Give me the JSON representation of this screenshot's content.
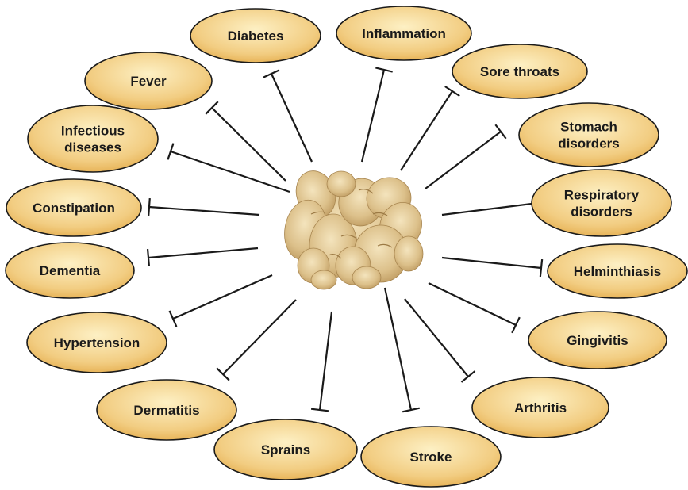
{
  "center": {
    "icon": "ginger-root-icon"
  },
  "colors": {
    "node_fill_light": "#fdf0c4",
    "node_fill_dark": "#eab85a",
    "stroke": "#1a1a1a"
  },
  "nodes": [
    {
      "id": "diabetes",
      "lines": [
        "Diabetes"
      ]
    },
    {
      "id": "inflammation",
      "lines": [
        "Inflammation"
      ]
    },
    {
      "id": "sore-throats",
      "lines": [
        "Sore throats"
      ]
    },
    {
      "id": "stomach-disorders",
      "lines": [
        "Stomach",
        "disorders"
      ]
    },
    {
      "id": "respiratory-disorders",
      "lines": [
        "Respiratory",
        "disorders"
      ]
    },
    {
      "id": "helminthiasis",
      "lines": [
        "Helminthiasis"
      ]
    },
    {
      "id": "gingivitis",
      "lines": [
        "Gingivitis"
      ]
    },
    {
      "id": "arthritis",
      "lines": [
        "Arthritis"
      ]
    },
    {
      "id": "stroke",
      "lines": [
        "Stroke"
      ]
    },
    {
      "id": "sprains",
      "lines": [
        "Sprains"
      ]
    },
    {
      "id": "dermatitis",
      "lines": [
        "Dermatitis"
      ]
    },
    {
      "id": "hypertension",
      "lines": [
        "Hypertension"
      ]
    },
    {
      "id": "dementia",
      "lines": [
        "Dementia"
      ]
    },
    {
      "id": "constipation",
      "lines": [
        "Constipation"
      ]
    },
    {
      "id": "infectious-diseases",
      "lines": [
        "Infectious",
        "diseases"
      ]
    },
    {
      "id": "fever",
      "lines": [
        "Fever"
      ]
    }
  ]
}
